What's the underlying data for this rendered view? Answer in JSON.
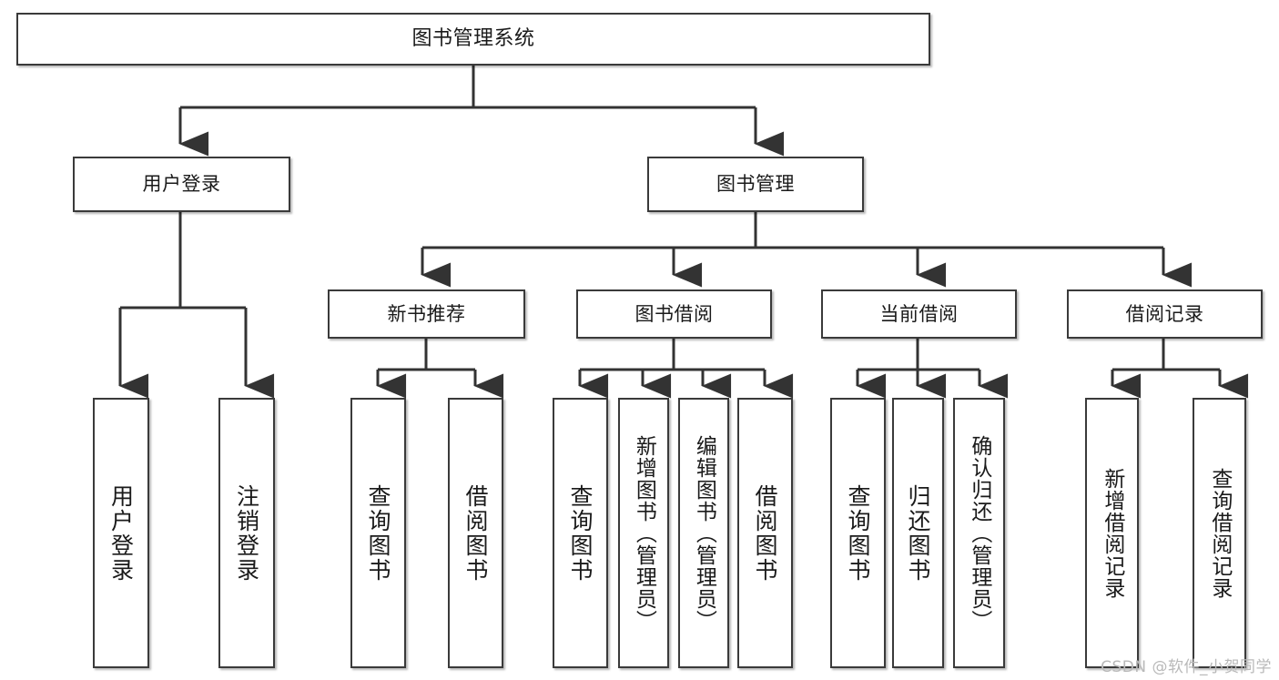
{
  "diagram": {
    "title": "图书管理系统",
    "type": "tree",
    "watermark": "CSDN @软件_小贺同学",
    "colors": {
      "box_border": "#3a3a3a",
      "box_fill": "#ffffff",
      "line": "#333333",
      "text": "#1a1a1a",
      "watermark": "#b9b9b9"
    },
    "levels": {
      "root": {
        "label": "图书管理系统"
      },
      "level2": [
        {
          "label": "用户登录"
        },
        {
          "label": "图书管理"
        }
      ],
      "level3": [
        {
          "label": "新书推荐"
        },
        {
          "label": "图书借阅"
        },
        {
          "label": "当前借阅"
        },
        {
          "label": "借阅记录"
        }
      ],
      "leaves": {
        "user_login": [
          {
            "label": "用户登录"
          },
          {
            "label": "注销登录"
          }
        ],
        "new_book_recommend": [
          {
            "label": "查询图书"
          },
          {
            "label": "借阅图书"
          }
        ],
        "book_borrow": [
          {
            "label": "查询图书"
          },
          {
            "label": "新增图书（管理员）"
          },
          {
            "label": "编辑图书（管理员）"
          },
          {
            "label": "借阅图书"
          }
        ],
        "current_borrow": [
          {
            "label": "查询图书"
          },
          {
            "label": "归还图书"
          },
          {
            "label": "确认归还（管理员）"
          }
        ],
        "borrow_records": [
          {
            "label": "新增借阅记录"
          },
          {
            "label": "查询借阅记录"
          }
        ]
      }
    }
  }
}
